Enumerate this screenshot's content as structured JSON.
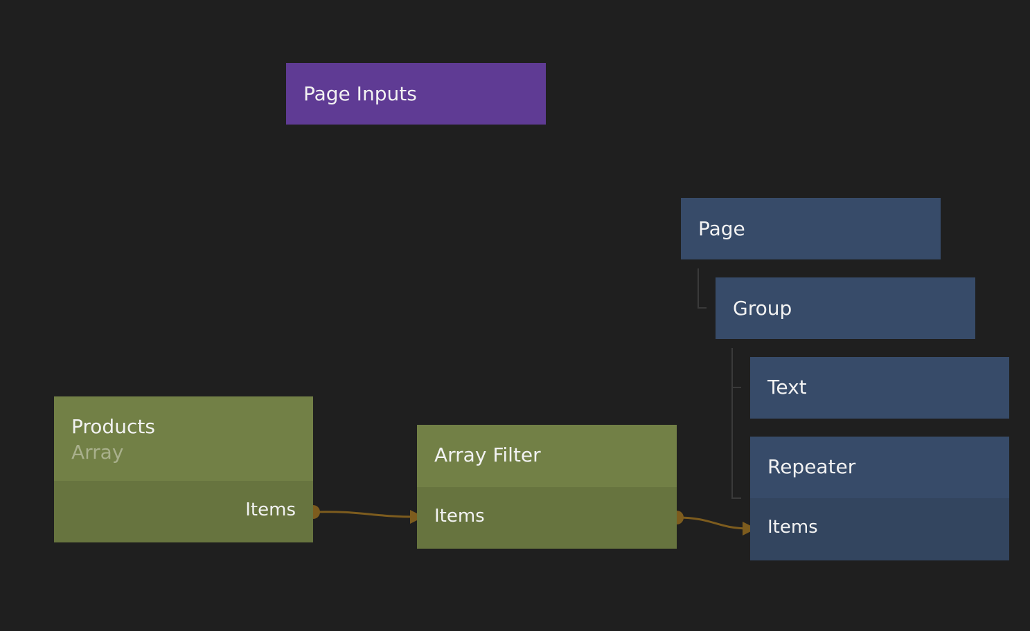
{
  "colors": {
    "background": "#1f1f1f",
    "page_inputs_node": "#5f3b94",
    "data_node_head": "#728046",
    "data_node_body": "#67743f",
    "visual_node_head": "#374b69",
    "visual_node_body": "#33455f",
    "connection": "#7d5c1e",
    "tree_line": "#3a3a3a",
    "subtitle_text": "#a9b08c"
  },
  "nodes": {
    "page_inputs": {
      "title": "Page Inputs"
    },
    "products": {
      "title": "Products",
      "subtitle": "Array",
      "output_port": "Items"
    },
    "array_filter": {
      "title": "Array Filter",
      "input_port": "Items"
    },
    "page": {
      "title": "Page"
    },
    "group": {
      "title": "Group"
    },
    "text": {
      "title": "Text"
    },
    "repeater": {
      "title": "Repeater",
      "input_port": "Items"
    }
  }
}
